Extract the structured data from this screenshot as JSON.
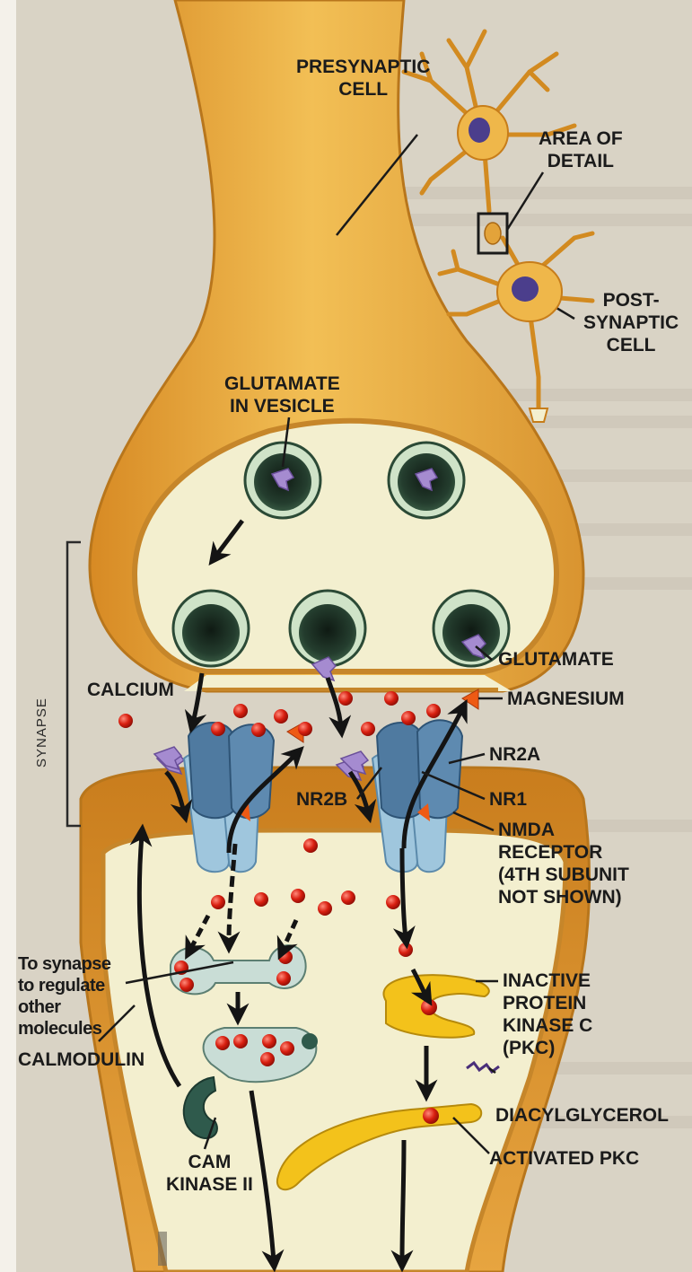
{
  "labels": {
    "presynaptic_cell": [
      "PRESYNAPTIC",
      "CELL"
    ],
    "area_of_detail": [
      "AREA OF",
      "DETAIL"
    ],
    "postsynaptic_cell": [
      "POST-",
      "SYNAPTIC",
      "CELL"
    ],
    "glutamate_in_vesicle": [
      "GLUTAMATE",
      "IN VESICLE"
    ],
    "synapse": "SYNAPSE",
    "calcium": "CALCIUM",
    "glutamate": "GLUTAMATE",
    "magnesium": "MAGNESIUM",
    "nr2a": "NR2A",
    "nr1": "NR1",
    "nr2b": "NR2B",
    "nmda_receptor": [
      "NMDA",
      "RECEPTOR",
      "(4TH SUBUNIT",
      "NOT SHOWN)"
    ],
    "to_synapse": [
      "To synapse",
      "to regulate",
      "other",
      "molecules"
    ],
    "inactive_pkc": [
      "INACTIVE",
      "PROTEIN",
      "KINASE C",
      "(PKC)"
    ],
    "calmodulin": "CALMODULIN",
    "diacylglycerol": "DIACYLGLYCEROL",
    "cam_kinase": [
      "CAM",
      "KINASE II"
    ],
    "activated_pkc": "ACTIVATED PKC"
  },
  "colors": {
    "neuron": "#e9a93a",
    "neuron_dark": "#b8761c",
    "cytoplasm": "#f3efcf",
    "vesicle": "#23392b",
    "glutamate": "#a58bd0",
    "calcium": "#d81f10",
    "magnesium": "#ee5a14",
    "receptor_dark": "#4f7aa0",
    "receptor_light": "#9fc6dd",
    "calmodulin": "#c9ddd6",
    "cam_kinase": "#2f5a4c",
    "pkc": "#f3c21b"
  }
}
